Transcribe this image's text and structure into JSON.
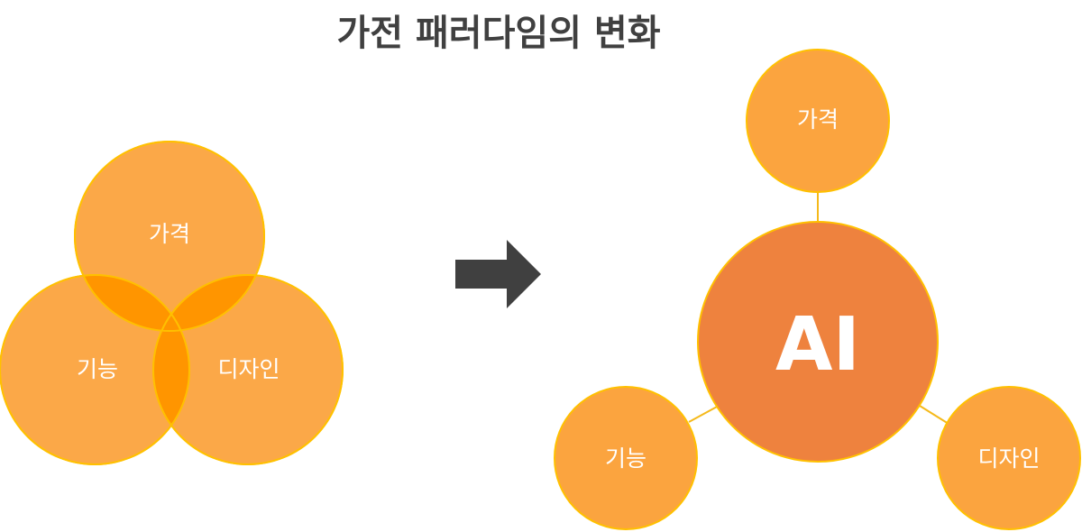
{
  "title": "가전 패러다임의 변화",
  "before": {
    "price": "가격",
    "function": "기능",
    "design": "디자인"
  },
  "after": {
    "center": "AI",
    "price": "가격",
    "function": "기능",
    "design": "디자인"
  },
  "colors": {
    "circle_fill": "#FBA43F",
    "circle_stroke": "#FFC000",
    "overlap_fill": "#FF9500",
    "center_fill": "#EE823E",
    "connector": "#F5B91A",
    "arrow": "#404040",
    "title": "#404040"
  }
}
